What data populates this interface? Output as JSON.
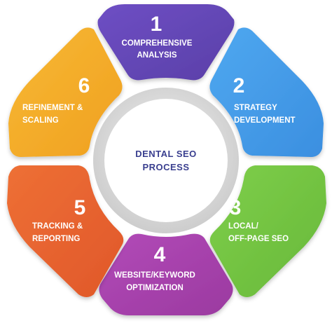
{
  "center": {
    "line1": "DENTAL SEO",
    "line2": "PROCESS"
  },
  "steps": [
    {
      "number": "1",
      "line1": "COMPREHENSIVE",
      "line2": "ANALYSIS",
      "color": "#5a3fa8",
      "color_light": "#6e4fc4"
    },
    {
      "number": "2",
      "line1": "STRATEGY",
      "line2": "DEVELOPMENT",
      "color": "#3b8fe0",
      "color_light": "#4fa8f0"
    },
    {
      "number": "3",
      "line1": "LOCAL/",
      "line2": "OFF-PAGE SEO",
      "color": "#67b83a",
      "color_light": "#7fcf4a"
    },
    {
      "number": "4",
      "line1": "WEBSITE/KEYWORD",
      "line2": "OPTIMIZATION",
      "color": "#9b3aa0",
      "color_light": "#b24ab8"
    },
    {
      "number": "5",
      "line1": "TRACKING &",
      "line2": "REPORTING",
      "color": "#e0572a",
      "color_light": "#ee7035"
    },
    {
      "number": "6",
      "line1": "REFINEMENT &",
      "line2": "SCALING",
      "color": "#f0a020",
      "color_light": "#f7b935"
    }
  ]
}
